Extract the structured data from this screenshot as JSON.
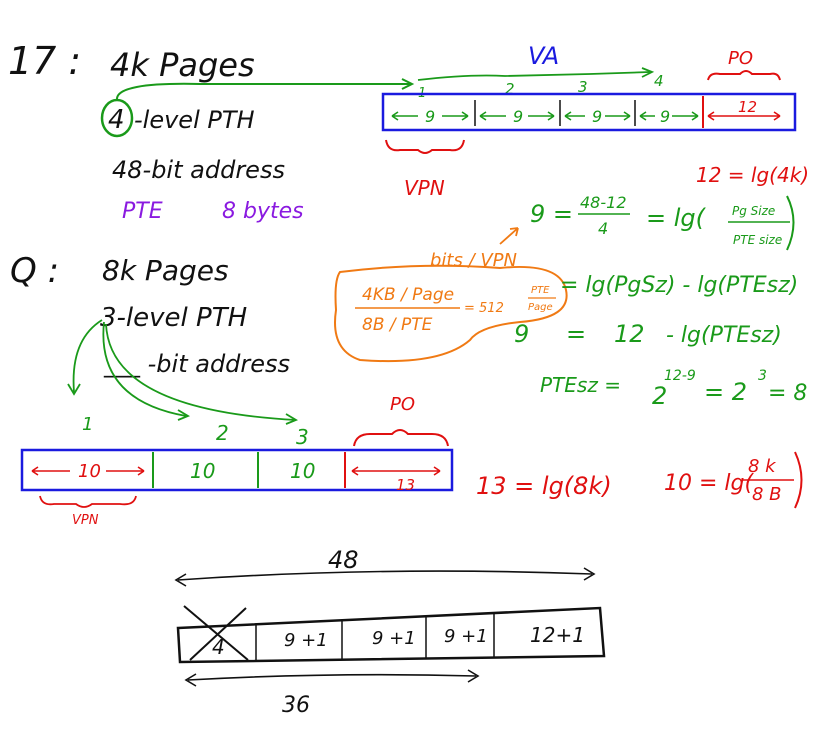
{
  "q17": {
    "label": "17 :",
    "pages": "4k Pages",
    "levels_num": "4",
    "levels_text": "-level PTH",
    "addr": "48-bit address",
    "pte": "PTE",
    "pte_size": "8 bytes"
  },
  "va_box": {
    "title": "VA",
    "po_label": "PO",
    "vpn_label": "VPN",
    "fields": [
      "9",
      "9",
      "9",
      "9"
    ],
    "offset": "12",
    "level_numbers": [
      "1",
      "2",
      "3",
      "4"
    ]
  },
  "math": {
    "eq_po": "12 = lg(4k)",
    "eq_nine": "9 =",
    "frac_num": "48-12",
    "frac_den": "4",
    "eq_lg": "= lg(",
    "pg_size": "Pg Size",
    "pte_size": "PTE size",
    "bits_vpn": "bits / VPN",
    "orange_num": "4KB / Page",
    "orange_den": "8B / PTE",
    "orange_eq": "= 512",
    "orange_pte": "PTE",
    "orange_page": "Page",
    "eq_line2": "= lg(PgSz) - lg(PTEsz)",
    "eq_line3_a": "9",
    "eq_line3_b": "=",
    "eq_line3_c": "12",
    "eq_line3_d": "- lg(PTEsz)",
    "eq_line4_a": "PTEsz =",
    "eq_line4_b": "2",
    "eq_line4_sup": "12-9",
    "eq_line4_c": "= 2",
    "eq_line4_sup2": "3",
    "eq_line4_d": "= 8"
  },
  "q": {
    "label": "Q :",
    "pages": "8k Pages",
    "levels": "3-level PTH",
    "addr": "___ -bit address"
  },
  "box8k": {
    "level_numbers": [
      "1",
      "2",
      "3"
    ],
    "fields": [
      "10",
      "10",
      "10"
    ],
    "offset": "13",
    "po_label": "PO",
    "vpn_label": "VPN",
    "eq_a": "13 = lg(8k)",
    "eq_b_left": "10 = lg(",
    "eq_b_num": "8 k",
    "eq_b_den": "8 B"
  },
  "bottom": {
    "top_len": "48",
    "bottom_len": "36",
    "crossed": "4",
    "fields": [
      "9 +1",
      "9 +1",
      "9 +1",
      "12+1"
    ]
  },
  "colors": {
    "ink": "#111111",
    "green": "#1a9a1a",
    "red": "#e01010",
    "blue": "#1a1adf",
    "purple": "#8a1ae0",
    "orange": "#f07a14"
  }
}
